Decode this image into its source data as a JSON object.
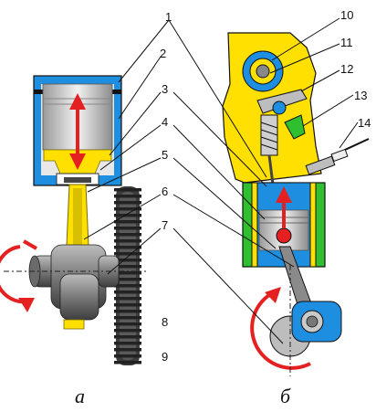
{
  "callouts": [
    "1",
    "2",
    "3",
    "4",
    "5",
    "6",
    "7",
    "8",
    "9",
    "10",
    "11",
    "12",
    "13",
    "14"
  ],
  "captions": {
    "left": "а",
    "right": "б"
  },
  "colors": {
    "cylinder_wall": "#1e8fe0",
    "piston": "#c9c9c9",
    "combustion": "#ffe000",
    "coolant": "#2fbf2f",
    "arrow": "#e52020",
    "crank": "#8a8a8a",
    "flywheel": "#444444"
  },
  "icons": [
    "up-down-arrow-icon",
    "rotation-arrow-icon"
  ]
}
